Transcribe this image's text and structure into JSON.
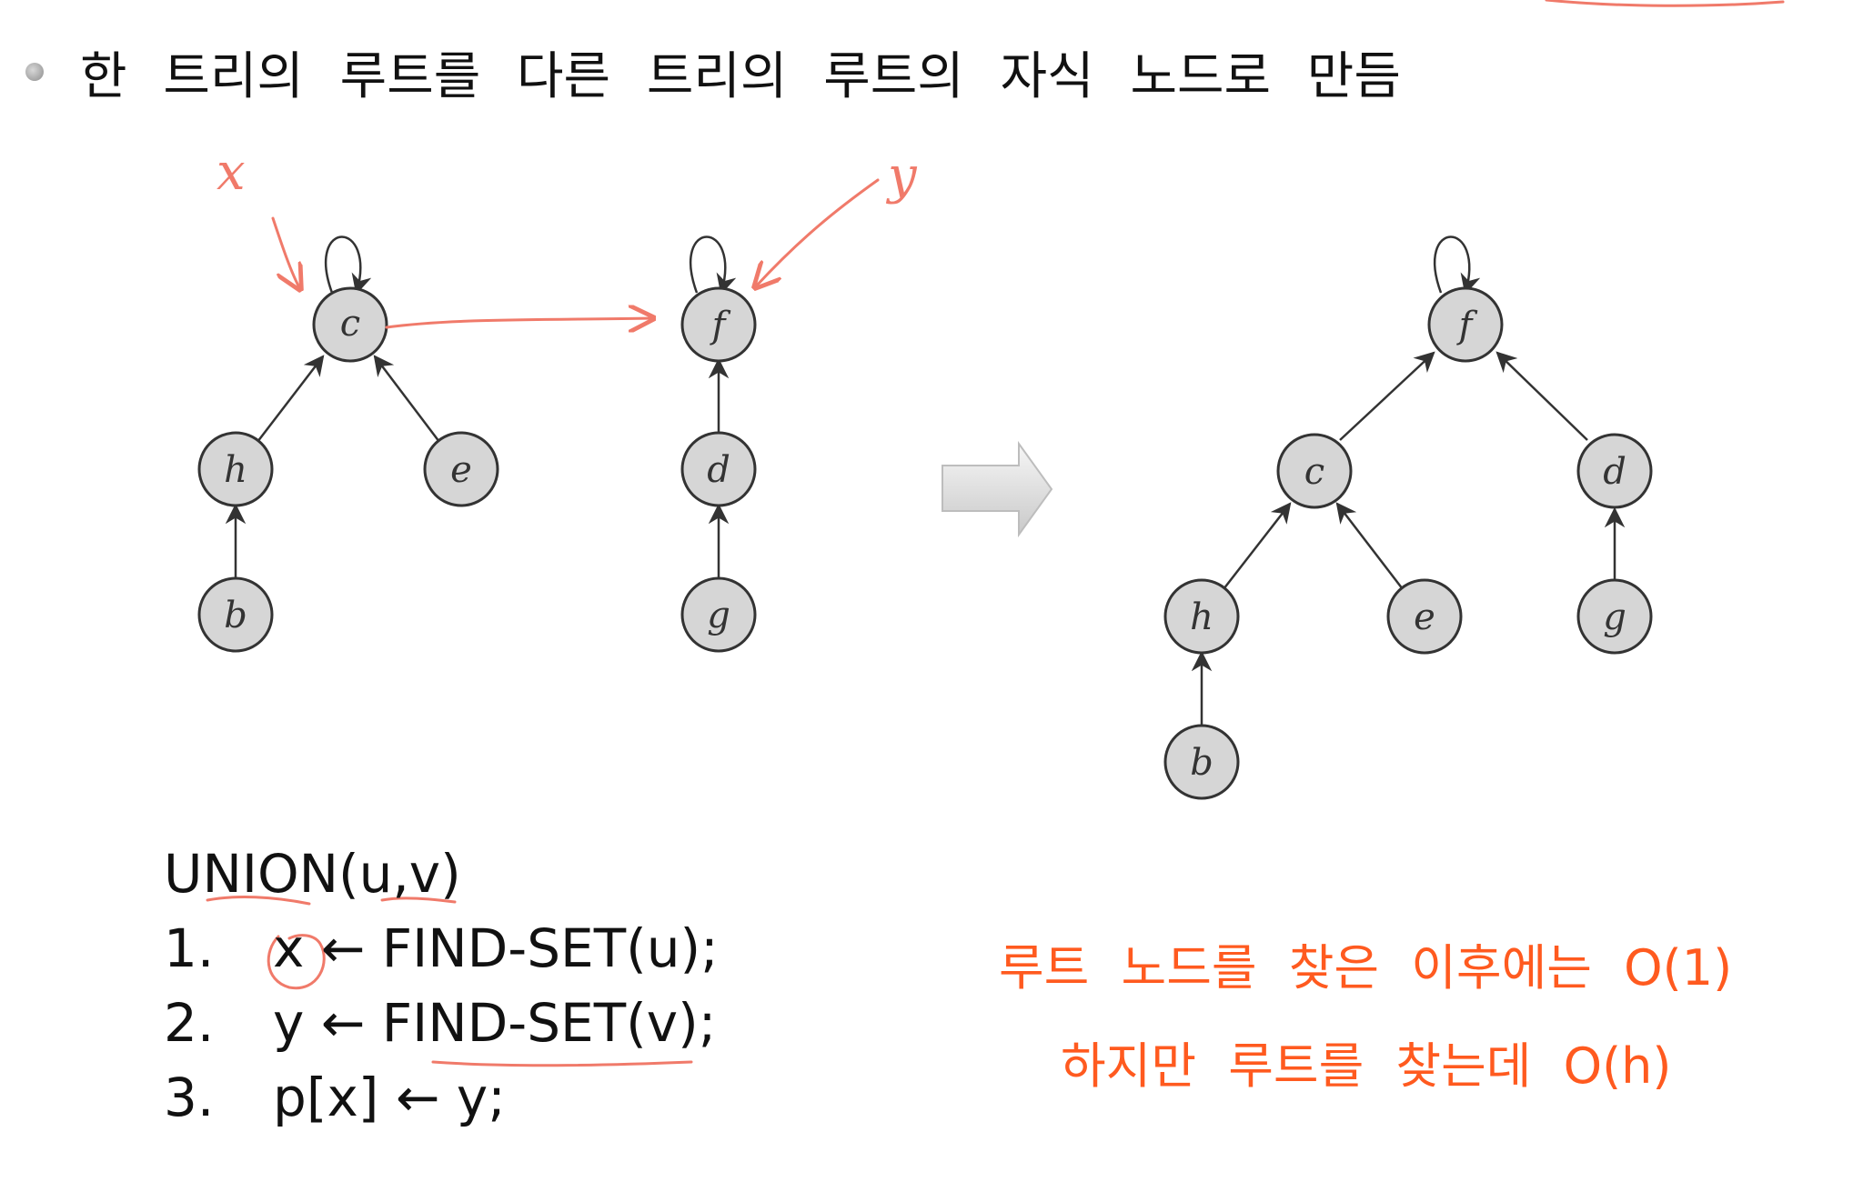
{
  "bullet": {
    "text": "한 트리의 루트를 다른 트리의 루트의 자식 노드로 만듬"
  },
  "diagram": {
    "handwritten_x": "x",
    "handwritten_y": "y",
    "left_trees": {
      "tree1": {
        "root": "c",
        "edges": [
          [
            "h",
            "c"
          ],
          [
            "e",
            "c"
          ],
          [
            "b",
            "h"
          ]
        ],
        "nodes": [
          "c",
          "h",
          "e",
          "b"
        ]
      },
      "tree2": {
        "root": "f",
        "edges": [
          [
            "d",
            "f"
          ],
          [
            "g",
            "d"
          ]
        ],
        "nodes": [
          "f",
          "d",
          "g"
        ]
      }
    },
    "result_tree": {
      "root": "f",
      "edges": [
        [
          "c",
          "f"
        ],
        [
          "d",
          "f"
        ],
        [
          "h",
          "c"
        ],
        [
          "e",
          "c"
        ],
        [
          "g",
          "d"
        ],
        [
          "b",
          "h"
        ]
      ],
      "nodes": [
        "f",
        "c",
        "d",
        "h",
        "e",
        "g",
        "b"
      ]
    },
    "colors": {
      "node_fill": "#d6d6d6",
      "node_stroke": "#333333",
      "annotation": "#f07a6a"
    }
  },
  "code": {
    "header": "UNION(u,v)",
    "lines": [
      {
        "num": "1.",
        "text": "x ← FIND-SET(u);"
      },
      {
        "num": "2.",
        "text": "y ← FIND-SET(v);"
      },
      {
        "num": "3.",
        "text": "p[x] ← y;"
      }
    ]
  },
  "notes": {
    "line1": "루트 노드를 찾은 이후에는 O(1)",
    "line2": "하지만 루트를 찾는데 O(h)",
    "color": "#ff5a1f"
  }
}
